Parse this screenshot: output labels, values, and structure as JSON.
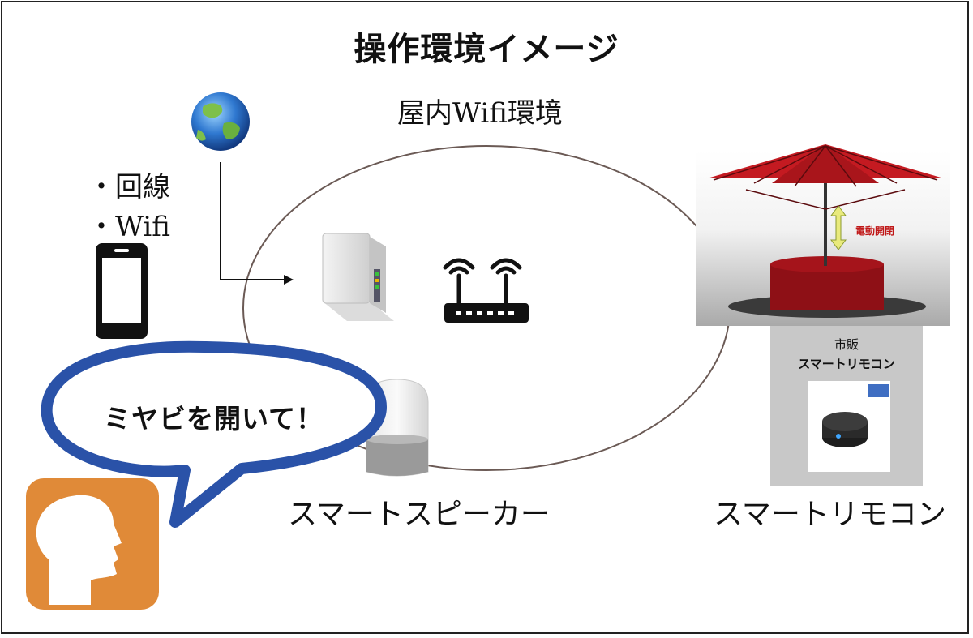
{
  "title": "操作環境イメージ",
  "wifi_environment_label": "屋内Wifi環境",
  "phone_requirements": [
    "・回線",
    "・Wifi"
  ],
  "speech_bubble_text": "ミヤビを開いて！",
  "speaker_label": "スマートスピーカー",
  "remote_label": "スマートリモコン",
  "remote_panel": {
    "line1": "市販",
    "line2": "スマートリモコン"
  },
  "umbrella_caption": "電動開閉",
  "colors": {
    "umbrella_red": "#b8181e",
    "user_icon_orange": "#e08a38",
    "bubble_outline": "#2a52a8",
    "panel_gray": "#c8c8c8"
  },
  "icons": [
    "globe-icon",
    "smartphone-icon",
    "modem-icon",
    "wifi-router-icon",
    "smart-speaker-icon",
    "electric-umbrella-image",
    "smart-remote-device-icon",
    "user-head-icon"
  ]
}
